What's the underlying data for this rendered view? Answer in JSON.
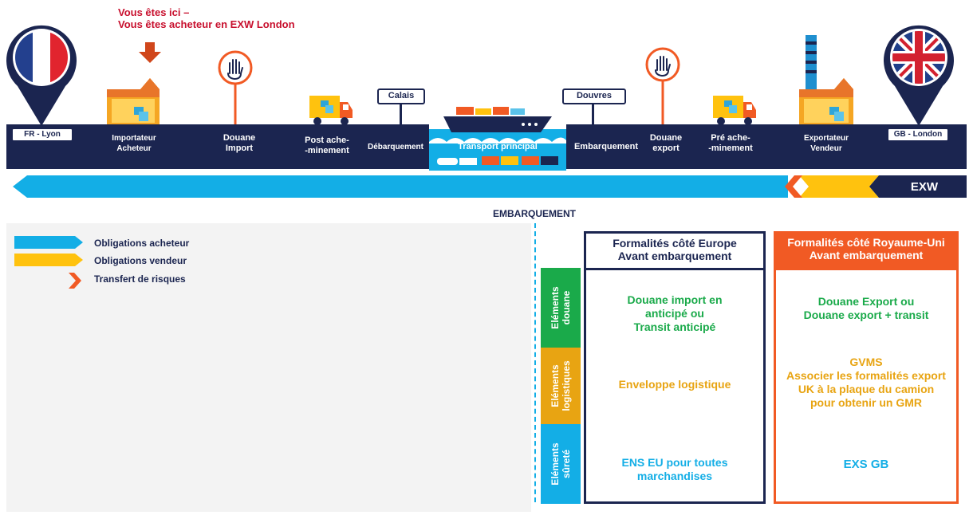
{
  "banner": {
    "here_line1": "Vous êtes ici –",
    "here_line2": "Vous êtes acheteur en EXW London"
  },
  "route": {
    "origin_tag": "FR - Lyon",
    "destination_tag": "GB - London",
    "calais_tag": "Calais",
    "douvres_tag": "Douvres",
    "importateur_l1": "Importateur",
    "importateur_l2": "Acheteur",
    "douane_import_l1": "Douane",
    "douane_import_l2": "Import",
    "post_l1": "Post ache-",
    "post_l2": "-minement",
    "debarquement": "Débarquement",
    "transport": "Transport principal",
    "embarquement": "Embarquement",
    "douane_export_l1": "Douane",
    "douane_export_l2": "export",
    "pre_l1": "Pré ache-",
    "pre_l2": "-minement",
    "exportateur_l1": "Exportateur",
    "exportateur_l2": "Vendeur"
  },
  "incoterm": "EXW",
  "embarquement_label": "EMBARQUEMENT",
  "legend": {
    "acheteur": "Obligations acheteur",
    "vendeur": "Obligations vendeur",
    "risques": "Transfert de risques"
  },
  "table": {
    "europe_h1": "Formalités côté Europe",
    "europe_h2": "Avant embarquement",
    "uk_h1": "Formalités côté Royaume-Uni",
    "uk_h2": "Avant embarquement",
    "row_douane_l1": "Eléments",
    "row_douane_l2": "douane",
    "row_log_l1": "Eléments",
    "row_log_l2": "logistiques",
    "row_surete_l1": "Eléments",
    "row_surete_l2": "sûreté",
    "eu_douane_1": "Douane import en",
    "eu_douane_2": "anticipé ou",
    "eu_douane_3": "Transit anticipé",
    "eu_log": "Enveloppe logistique",
    "eu_surete_1": "ENS EU pour toutes",
    "eu_surete_2": "marchandises",
    "uk_douane_1": "Douane Export ou",
    "uk_douane_2": "Douane export + transit",
    "uk_log_1": "GVMS",
    "uk_log_2": "Associer les formalités export",
    "uk_log_3": "UK à la plaque du camion",
    "uk_log_4": "pour obtenir un GMR",
    "uk_surete": "EXS GB"
  },
  "colors": {
    "navy": "#1b2550",
    "blue": "#13aee6",
    "yellow": "#ffc20e",
    "orange": "#f15a24",
    "green": "#1aaa4a",
    "gold": "#e8a412"
  }
}
